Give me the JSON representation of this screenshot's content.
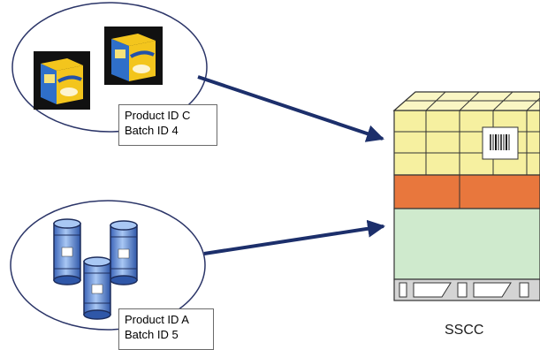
{
  "groups": [
    {
      "product_label": "Product ID C",
      "batch_label": "Batch ID 4",
      "kind": "boxed-cereal-packages"
    },
    {
      "product_label": "Product ID A",
      "batch_label": "Batch ID 5",
      "kind": "barcoded-cans"
    }
  ],
  "pallet": {
    "label": "SSCC"
  },
  "colors": {
    "ellipse_stroke": "#2b3568",
    "arrow": "#1c2f6b",
    "pallet_top_yellow": "#f6f0a0",
    "pallet_middle_orange": "#e8773d",
    "pallet_bottom_green": "#cfeacd",
    "pallet_base_grey": "#c8c8c8",
    "can_blue": "#7ea9e6"
  }
}
